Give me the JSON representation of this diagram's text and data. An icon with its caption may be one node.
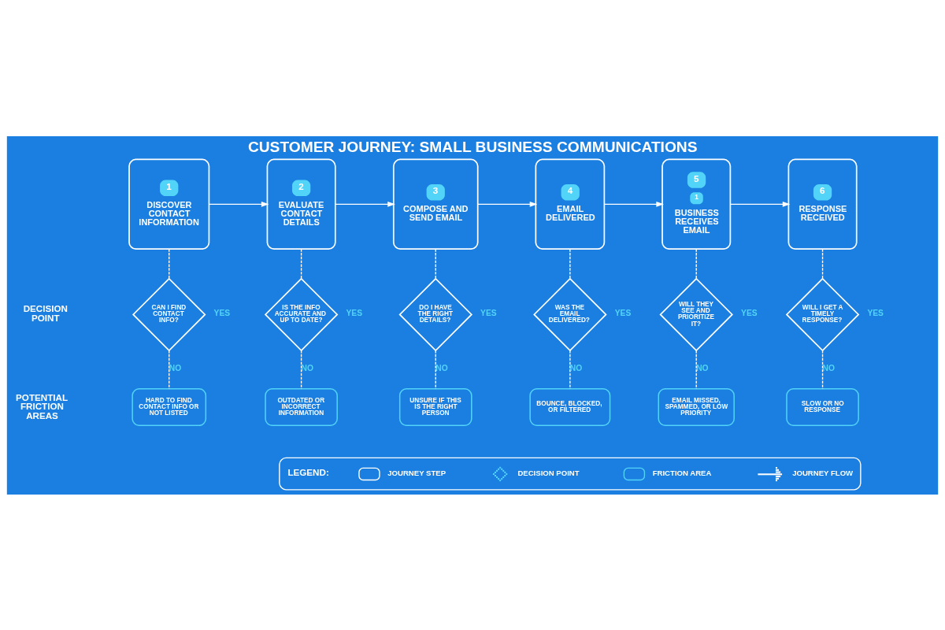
{
  "diagram": {
    "title": "CUSTOMER JOURNEY: SMALL BUSINESS COMMUNICATIONS",
    "nodes": [
      {
        "text": [
          "1",
          "DISCOVER CONTACT INFORMATION"
        ]
      },
      {
        "text": [
          "2",
          "EVALUATE CONTACT DETAILS"
        ]
      },
      {
        "text": [
          "3",
          "COMPOSE AND SEND EMAIL"
        ]
      },
      {
        "text": [
          "4",
          "EMAIL DELIVERED"
        ]
      },
      {
        "text": [
          "5",
          "1",
          "BUSINESS RECEIVES EMAIL"
        ]
      },
      {
        "text": [
          "6",
          "RESPONSE RECEIVED"
        ]
      },
      {
        "text": [
          "CAN I FIND CONTACT INFO?"
        ],
        "beside": [
          "YES"
        ]
      },
      {
        "text": [
          "IS THE INFO ACCURATE AND UP TO DATE?"
        ],
        "beside": [
          "YES"
        ]
      },
      {
        "text": [
          "DO I HAVE THE RIGHT DETAILS?"
        ],
        "beside": [
          "YES"
        ]
      },
      {
        "text": [
          "WAS THE EMAIL DELIVERED?"
        ],
        "beside": [
          "YES"
        ]
      },
      {
        "text": [
          "WILL THEY SEE AND PRIORITIZE IT?"
        ],
        "beside": [
          "YES"
        ]
      },
      {
        "text": [
          "WILL I GET A TIMELY RESPONSE?"
        ],
        "beside": [
          "YES"
        ]
      },
      {
        "text": [
          "HARD TO FIND CONTACT INFO OR NOT LISTED"
        ]
      },
      {
        "text": [
          "OUTDATED OR INCORRECT INFORMATION"
        ]
      },
      {
        "text": [
          "UNSURE IF THIS IS THE RIGHT PERSON"
        ]
      },
      {
        "text": [
          "BOUNCE, BLOCKED, OR FILTERED"
        ]
      },
      {
        "text": [
          "EMAIL MISSED, SPAMMED, OR LOW PRIORITY"
        ]
      },
      {
        "text": [
          "SLOW OR NO RESPONSE"
        ]
      }
    ],
    "edges": [
      {
        "from": 0,
        "to": 1,
        "arrow": "to"
      },
      {
        "from": 1,
        "to": 2,
        "arrow": "to"
      },
      {
        "from": 2,
        "to": 3,
        "arrow": "to"
      },
      {
        "from": 3,
        "to": 4,
        "arrow": "to"
      },
      {
        "from": 4,
        "to": 5,
        "arrow": "to"
      },
      {
        "from": 0,
        "to": 6,
        "arrow": "none",
        "style": "dashed"
      },
      {
        "from": 6,
        "to": 12,
        "arrow": "none",
        "style": "dashed",
        "label": "NO"
      },
      {
        "from": 1,
        "to": 7,
        "arrow": "none",
        "style": "dashed"
      },
      {
        "from": 7,
        "to": 13,
        "arrow": "none",
        "style": "dashed",
        "label": "NO"
      },
      {
        "from": 2,
        "to": 8,
        "arrow": "none",
        "style": "dashed"
      },
      {
        "from": 8,
        "to": 14,
        "arrow": "none",
        "style": "dashed",
        "label": "NO"
      },
      {
        "from": 3,
        "to": 9,
        "arrow": "none",
        "style": "dashed"
      },
      {
        "from": 9,
        "to": 15,
        "arrow": "none",
        "style": "dashed",
        "label": "NO"
      },
      {
        "from": 4,
        "to": 10,
        "arrow": "none",
        "style": "dashed"
      },
      {
        "from": 10,
        "to": 16,
        "arrow": "none",
        "style": "dashed",
        "label": "NO"
      },
      {
        "from": 5,
        "to": 11,
        "arrow": "none",
        "style": "dashed"
      },
      {
        "from": 11,
        "to": 17,
        "arrow": "none",
        "style": "dashed",
        "label": "NO"
      }
    ],
    "labels": [
      "DECISION POINT",
      "POTENTIAL FRICTION AREAS",
      "LEGEND:"
    ],
    "legend": [
      {
        "text": "JOURNEY STEP"
      },
      {
        "text": "DECISION POINT"
      },
      {
        "text": "FRICTION AREA"
      },
      {
        "text": "JOURNEY FLOW"
      }
    ]
  }
}
